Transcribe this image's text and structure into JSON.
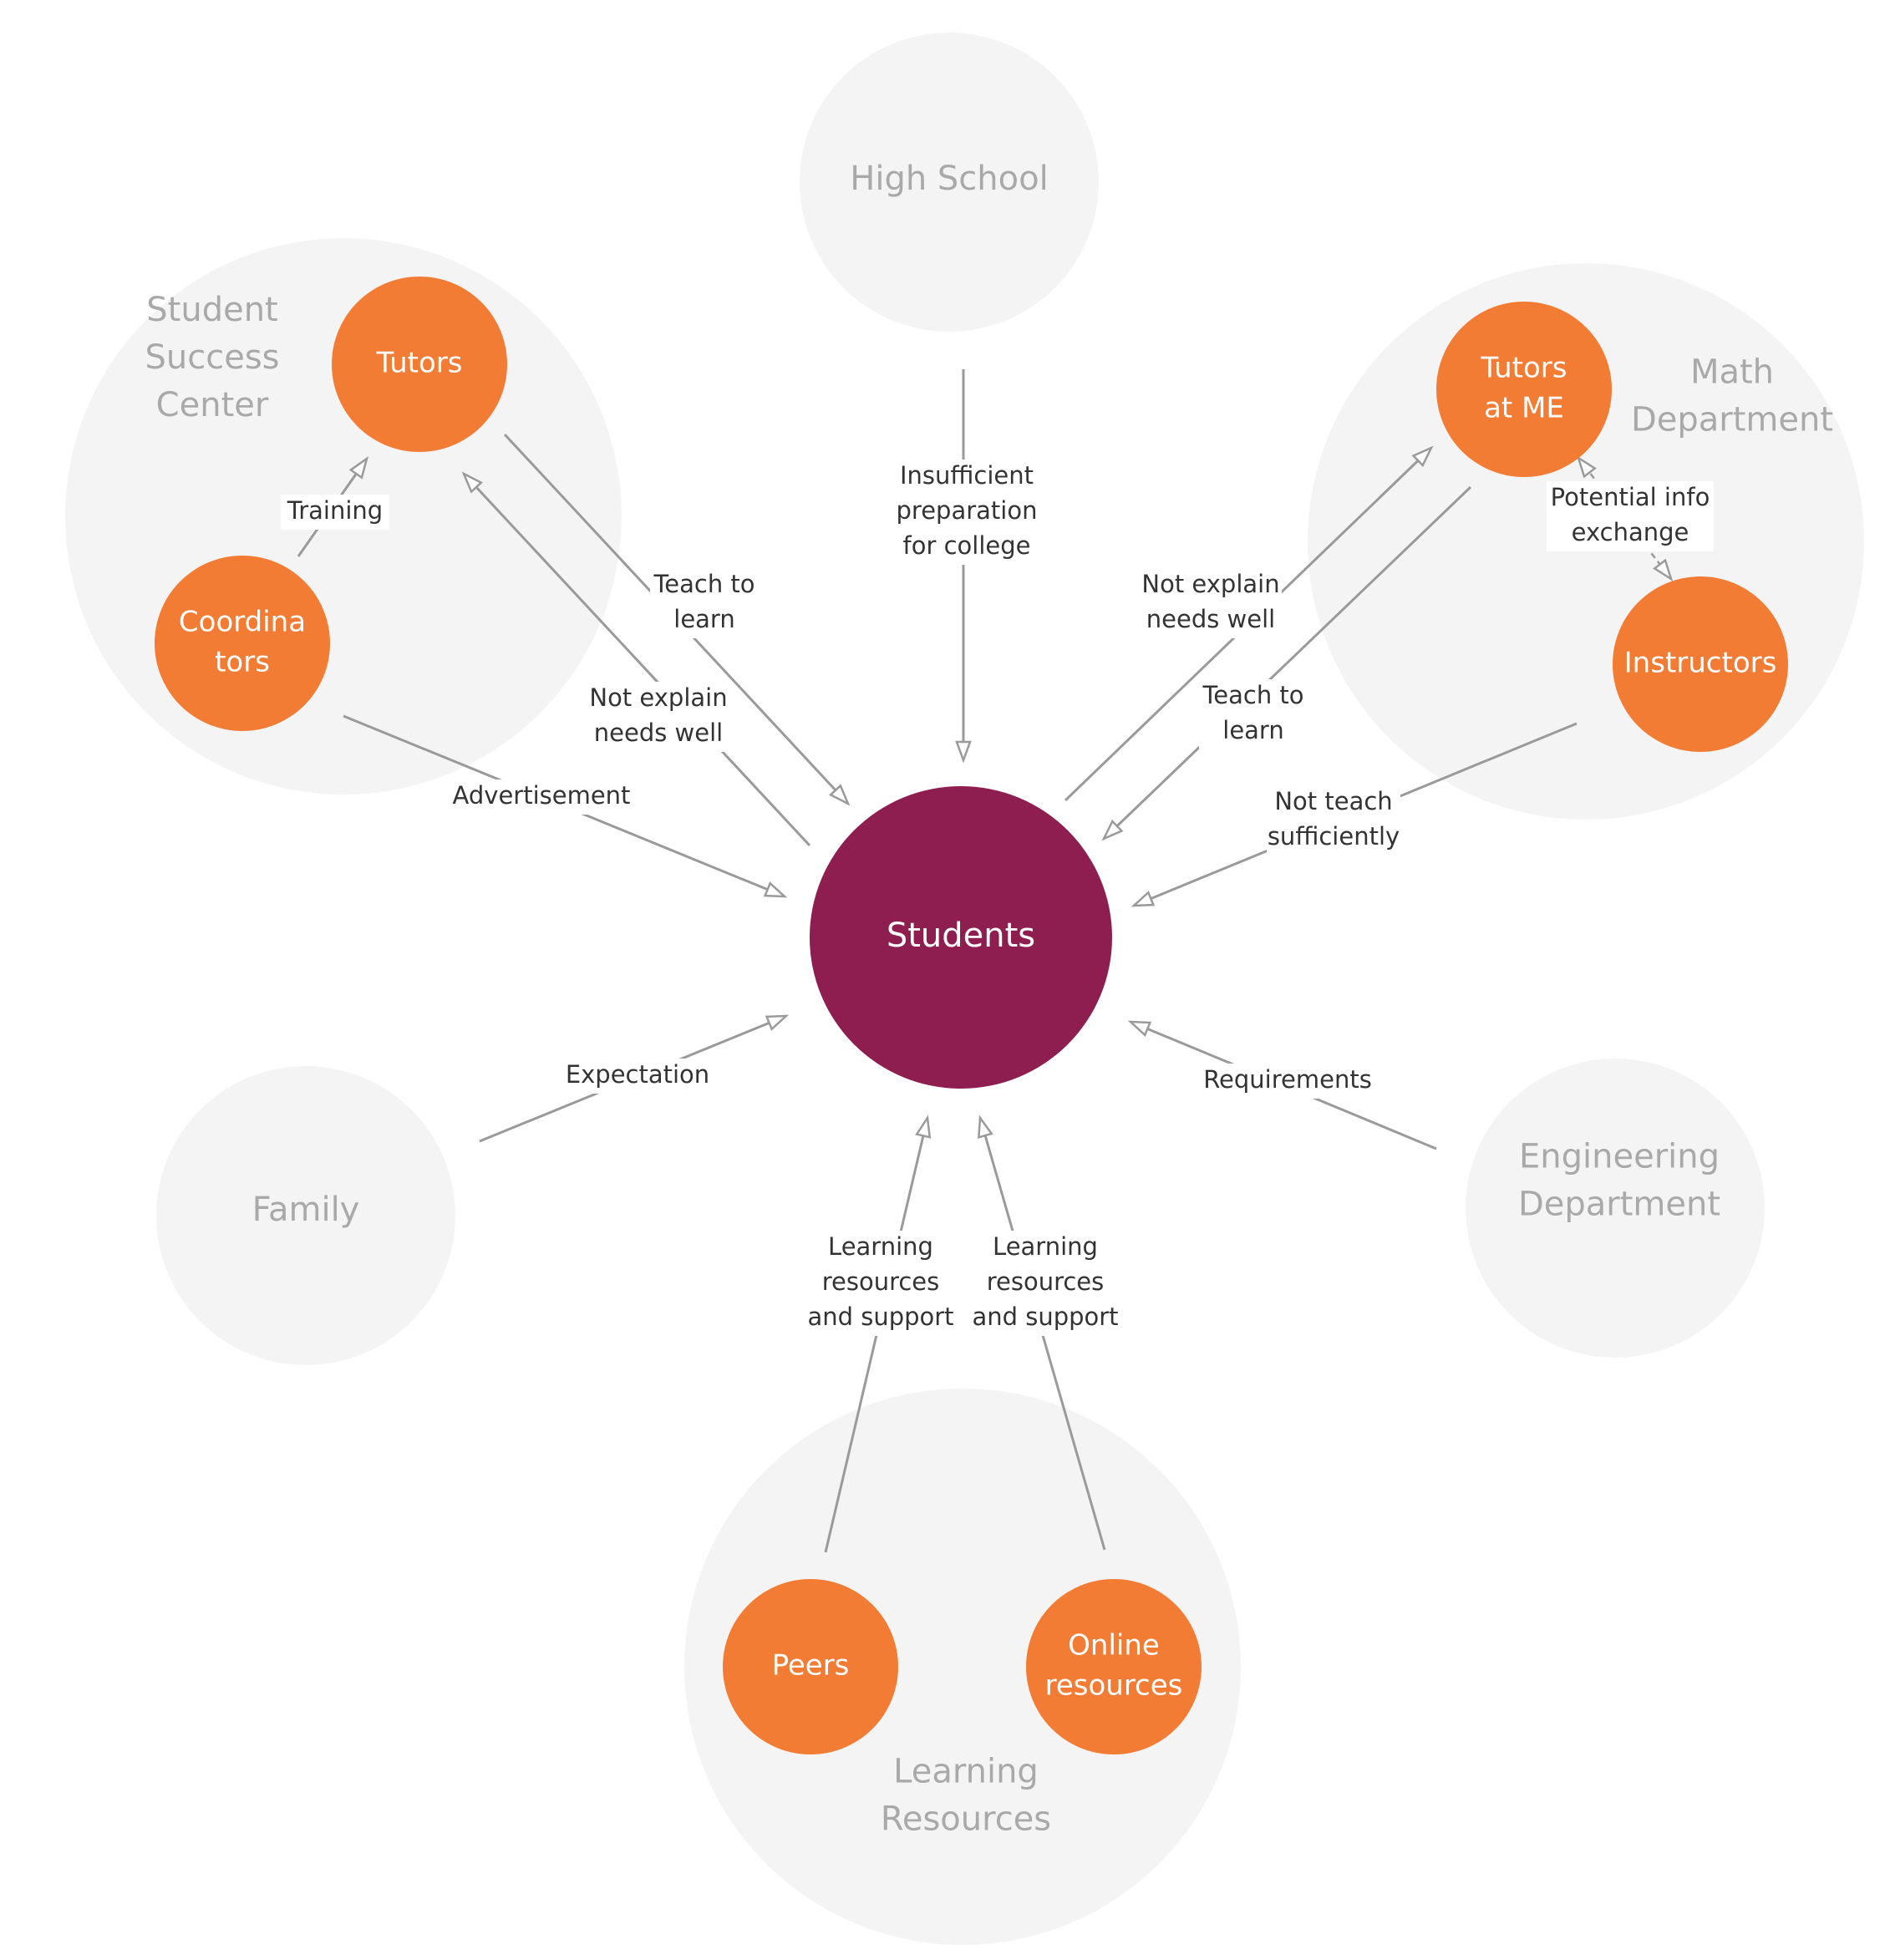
{
  "colors": {
    "background": "#ffffff",
    "group_fill": "#f4f4f4",
    "group_text": "#a9a9a9",
    "actor_fill": "#f37c35",
    "center_fill": "#8e1e50",
    "edge": "#9a9a9a",
    "edge_text": "#333333"
  },
  "groups": [
    {
      "id": "student-success-center",
      "label": [
        "Student",
        "Success",
        "Center"
      ]
    },
    {
      "id": "high-school",
      "label": [
        "High School"
      ]
    },
    {
      "id": "math-department",
      "label": [
        "Math",
        "Department"
      ]
    },
    {
      "id": "family",
      "label": [
        "Family"
      ]
    },
    {
      "id": "engineering-department",
      "label": [
        "Engineering",
        "Department"
      ]
    },
    {
      "id": "learning-resources",
      "label": [
        "Learning",
        "Resources"
      ]
    }
  ],
  "actors": [
    {
      "id": "tutors",
      "group": "student-success-center",
      "label": [
        "Tutors"
      ]
    },
    {
      "id": "coordinators",
      "group": "student-success-center",
      "label": [
        "Coordina",
        "tors"
      ]
    },
    {
      "id": "tutors-at-me",
      "group": "math-department",
      "label": [
        "Tutors",
        "at ME"
      ]
    },
    {
      "id": "instructors",
      "group": "math-department",
      "label": [
        "Instructors"
      ]
    },
    {
      "id": "peers",
      "group": "learning-resources",
      "label": [
        "Peers"
      ]
    },
    {
      "id": "online-resources",
      "group": "learning-resources",
      "label": [
        "Online",
        "resources"
      ]
    }
  ],
  "center": {
    "id": "students",
    "label": [
      "Students"
    ]
  },
  "edges": [
    {
      "id": "training",
      "from": "coordinators",
      "to": "tutors",
      "label": [
        "Training"
      ],
      "style": "solid"
    },
    {
      "id": "tutors-teach",
      "from": "tutors",
      "to": "students",
      "label": [
        "Teach to",
        "learn"
      ],
      "style": "solid"
    },
    {
      "id": "students-not-explain-ssc",
      "from": "students",
      "to": "tutors",
      "label": [
        "Not explain",
        "needs well"
      ],
      "style": "solid"
    },
    {
      "id": "advertisement",
      "from": "coordinators",
      "to": "students",
      "label": [
        "Advertisement"
      ],
      "style": "solid"
    },
    {
      "id": "insufficient-prep",
      "from": "high-school",
      "to": "students",
      "label": [
        "Insufficient",
        "preparation",
        "for college"
      ],
      "style": "solid"
    },
    {
      "id": "students-not-explain-me",
      "from": "students",
      "to": "tutors-at-me",
      "label": [
        "Not explain",
        "needs well"
      ],
      "style": "solid"
    },
    {
      "id": "tutors-me-teach",
      "from": "tutors-at-me",
      "to": "students",
      "label": [
        "Teach to",
        "learn"
      ],
      "style": "solid"
    },
    {
      "id": "potential-info",
      "from": "tutors-at-me",
      "to": "instructors",
      "label": [
        "Potential info",
        "exchange"
      ],
      "style": "dashed-bidirectional"
    },
    {
      "id": "not-teach",
      "from": "instructors",
      "to": "students",
      "label": [
        "Not teach",
        "sufficiently"
      ],
      "style": "solid"
    },
    {
      "id": "expectation",
      "from": "family",
      "to": "students",
      "label": [
        "Expectation"
      ],
      "style": "solid"
    },
    {
      "id": "requirements",
      "from": "engineering-department",
      "to": "students",
      "label": [
        "Requirements"
      ],
      "style": "solid"
    },
    {
      "id": "peers-support",
      "from": "peers",
      "to": "students",
      "label": [
        "Learning",
        "resources",
        "and support"
      ],
      "style": "solid"
    },
    {
      "id": "online-support",
      "from": "online-resources",
      "to": "students",
      "label": [
        "Learning",
        "resources",
        "and support"
      ],
      "style": "solid"
    }
  ]
}
